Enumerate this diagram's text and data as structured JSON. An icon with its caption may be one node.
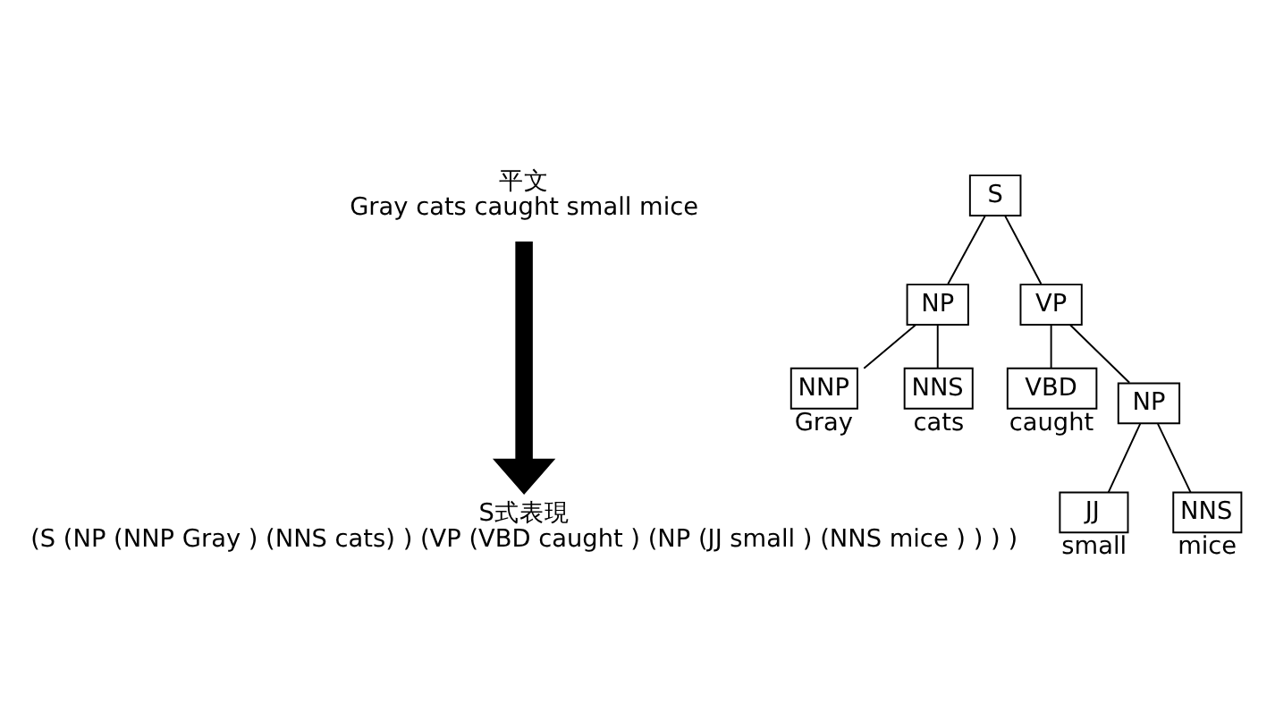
{
  "diagram": {
    "nodes": [
      {
        "text": [
          "平文",
          "Gray cats caught small mice"
        ]
      },
      {
        "text": [
          "S"
        ]
      },
      {
        "text": [
          "VP"
        ]
      },
      {
        "text": [
          "NP"
        ]
      },
      {
        "text": [
          "NP"
        ]
      },
      {
        "text": [
          "NNP"
        ],
        "beside": [
          "Gray"
        ]
      },
      {
        "text": [
          "NNS"
        ],
        "beside": [
          "cats"
        ]
      },
      {
        "text": [
          "VBD"
        ],
        "beside": [
          "caught"
        ]
      },
      {
        "text": [
          "JJ"
        ],
        "beside": [
          "small"
        ]
      },
      {
        "text": [
          "NNS"
        ],
        "beside": [
          "mice"
        ]
      },
      {
        "text": [
          "S式表現",
          "(S (NP (NNP Gray ) (NNS cats) ) (VP (VBD caught ) (NP (JJ small ) (NNS mice ) ) ) )"
        ]
      }
    ],
    "edges": [
      {
        "from": 0,
        "to": 10,
        "arrow": "to",
        "style": "thick",
        "color": "#000000"
      },
      {
        "from": 1,
        "to": 3,
        "arrow": "none"
      },
      {
        "from": 1,
        "to": 2,
        "arrow": "none"
      },
      {
        "from": 2,
        "to": 7,
        "arrow": "none"
      },
      {
        "from": 2,
        "to": 4,
        "arrow": "none"
      },
      {
        "from": 3,
        "to": 5,
        "arrow": "none"
      },
      {
        "from": 3,
        "to": 6,
        "arrow": "none"
      },
      {
        "from": 4,
        "to": 8,
        "arrow": "none"
      },
      {
        "from": 4,
        "to": 9,
        "arrow": "none"
      }
    ]
  }
}
